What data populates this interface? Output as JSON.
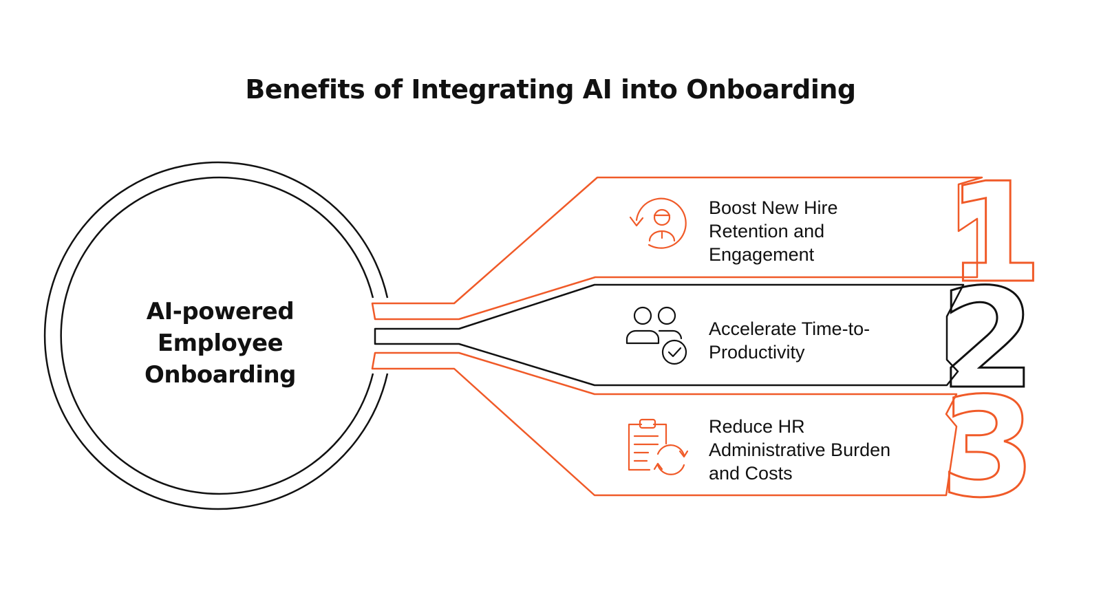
{
  "title": "Benefits of Integrating AI into Onboarding",
  "hub": {
    "lines": [
      "AI-powered",
      "Employee",
      "Onboarding"
    ]
  },
  "items": [
    {
      "number": "1",
      "lines": [
        "Boost New Hire",
        "Retention and",
        "Engagement"
      ],
      "icon": "retention-person-cycle-icon",
      "color": "#f05a28"
    },
    {
      "number": "2",
      "lines": [
        "Accelerate Time-to-",
        "Productivity"
      ],
      "icon": "people-check-icon",
      "color": "#111111"
    },
    {
      "number": "3",
      "lines": [
        "Reduce HR",
        "Administrative Burden",
        "and Costs"
      ],
      "icon": "clipboard-refresh-icon",
      "color": "#f05a28"
    }
  ],
  "colors": {
    "accent": "#f05a28",
    "ink": "#111111",
    "background": "#ffffff"
  }
}
